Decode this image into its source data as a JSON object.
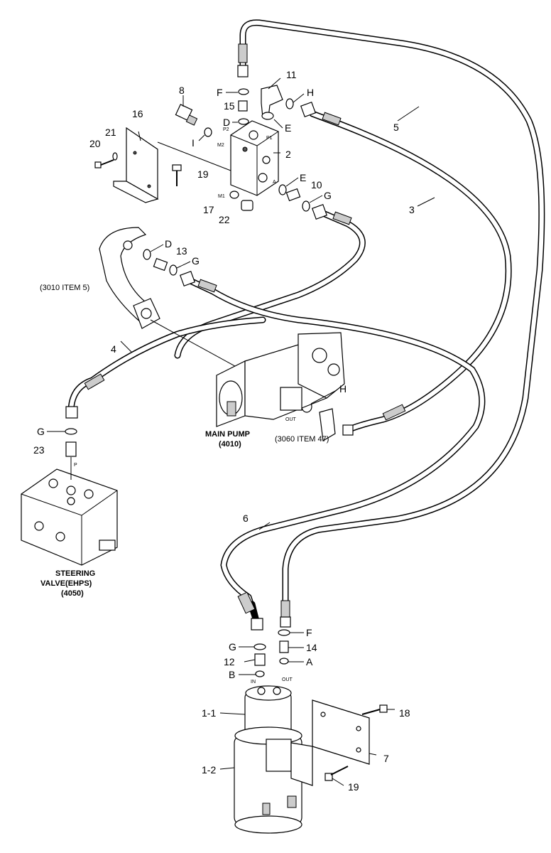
{
  "callouts": {
    "n1_1": "1-1",
    "n1_2": "1-2",
    "n2": "2",
    "n3": "3",
    "n4": "4",
    "n5": "5",
    "n6": "6",
    "n7": "7",
    "n8": "8",
    "n10": "10",
    "n11": "11",
    "n12": "12",
    "n13": "13",
    "n14": "14",
    "n15": "15",
    "n16": "16",
    "n17": "17",
    "n18": "18",
    "n19_top": "19",
    "n19_bottom": "19",
    "n20": "20",
    "n21": "21",
    "n22": "22",
    "n23": "23"
  },
  "letters": {
    "A_valve": "A",
    "A_bottom": "A",
    "B": "B",
    "D_top": "D",
    "D_mid": "D",
    "E_top": "E",
    "E_mid": "E",
    "F_top": "F",
    "F_bottom": "F",
    "G_valve": "G",
    "G_mid": "G",
    "G_left": "G",
    "G_bottom": "G",
    "H_top": "H",
    "H_pump": "H",
    "I": "I"
  },
  "port_marks": {
    "p1": "P1",
    "p2": "P2",
    "m1": "M1",
    "m2": "M2",
    "a": "A",
    "p_steer": "P",
    "out_pump": "OUT",
    "in_motor": "IN",
    "out_motor": "OUT"
  },
  "labels": {
    "ref_3010": "(3010 ITEM 5)",
    "main_pump_1": "MAIN PUMP",
    "main_pump_2": "(4010)",
    "ref_3060": "(3060 ITEM 47)",
    "steering_1": "STEERING",
    "steering_2": "VALVE(EHPS)",
    "steering_3": "(4050)"
  }
}
